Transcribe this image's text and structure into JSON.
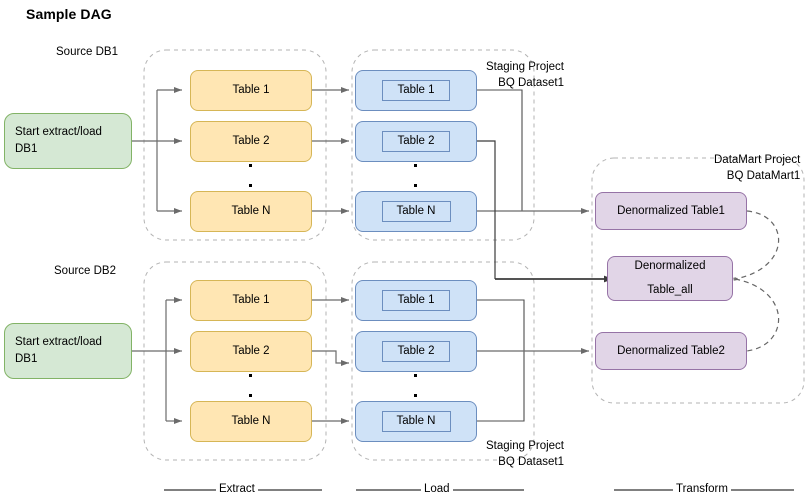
{
  "title": "Sample DAG",
  "groups": {
    "source_db1_label": "Source DB1",
    "source_db2_label": "Source DB2",
    "staging_note_top_line1": "Staging Project",
    "staging_note_top_line2": "BQ Dataset1",
    "staging_note_bottom_line1": "Staging Project",
    "staging_note_bottom_line2": "BQ Dataset1",
    "datamart_note_line1": "DataMart Project",
    "datamart_note_line2": "BQ DataMart1"
  },
  "start_nodes": [
    {
      "line1": "Start extract/load",
      "line2": "DB1"
    },
    {
      "line1": "Start extract/load",
      "line2": "DB1"
    }
  ],
  "extract_row1": [
    {
      "label": "Table 1"
    },
    {
      "label": "Table 2"
    },
    {
      "label": "Table N"
    }
  ],
  "extract_row2": [
    {
      "label": "Table 1"
    },
    {
      "label": "Table 2"
    },
    {
      "label": "Table N"
    }
  ],
  "load_row1": [
    {
      "label": "Table 1"
    },
    {
      "label": "Table 2"
    },
    {
      "label": "Table N"
    }
  ],
  "load_row2": [
    {
      "label": "Table 1"
    },
    {
      "label": "Table 2"
    },
    {
      "label": "Table N"
    }
  ],
  "datamart_nodes": [
    {
      "label": "Denormalized Table1",
      "line1": "Denormalized Table1",
      "line2": ""
    },
    {
      "label": "Denormalized Table_all",
      "line1": "Denormalized",
      "line2": "Table_all"
    },
    {
      "label": "Denormalized Table2",
      "line1": "Denormalized Table2",
      "line2": ""
    }
  ],
  "phases": [
    {
      "label": "Extract"
    },
    {
      "label": "Load"
    },
    {
      "label": "Transform"
    }
  ],
  "colors": {
    "start_fill": "#d5e8d4",
    "start_stroke": "#82b366",
    "extract_fill": "#ffe6b3",
    "extract_stroke": "#d6b656",
    "load_fill": "#cfe2f7",
    "load_stroke": "#6c8ebf",
    "mart_fill": "#e1d5e7",
    "mart_stroke": "#9673a6",
    "connector": "#6b6b6b",
    "connector_dark": "#3b3b3b",
    "group_border": "#b3b3b3",
    "background": "#ffffff"
  }
}
